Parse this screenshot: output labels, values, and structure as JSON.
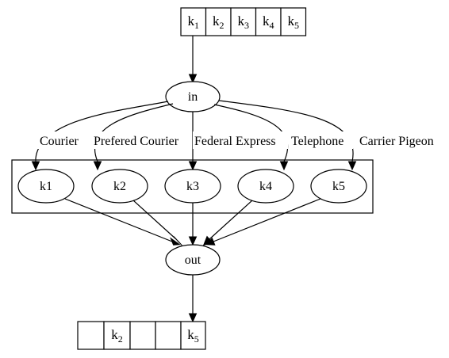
{
  "input_record": {
    "cells": [
      {
        "main": "k",
        "sub": "1"
      },
      {
        "main": "k",
        "sub": "2"
      },
      {
        "main": "k",
        "sub": "3"
      },
      {
        "main": "k",
        "sub": "4"
      },
      {
        "main": "k",
        "sub": "5"
      }
    ]
  },
  "in_node": {
    "label": "in"
  },
  "edge_labels": {
    "courier": "Courier",
    "prefered_courier": "Prefered Courier",
    "federal_express": "Federal Express",
    "telephone": "Telephone",
    "carrier_pigeon": "Carrier Pigeon"
  },
  "k_nodes": {
    "k1": "k1",
    "k2": "k2",
    "k3": "k3",
    "k4": "k4",
    "k5": "k5"
  },
  "out_node": {
    "label": "out"
  },
  "output_record": {
    "cells": [
      {
        "main": "",
        "sub": ""
      },
      {
        "main": "k",
        "sub": "2"
      },
      {
        "main": "",
        "sub": ""
      },
      {
        "main": "",
        "sub": ""
      },
      {
        "main": "k",
        "sub": "5"
      }
    ]
  },
  "colors": {
    "stroke": "#000000",
    "fill": "#ffffff"
  }
}
